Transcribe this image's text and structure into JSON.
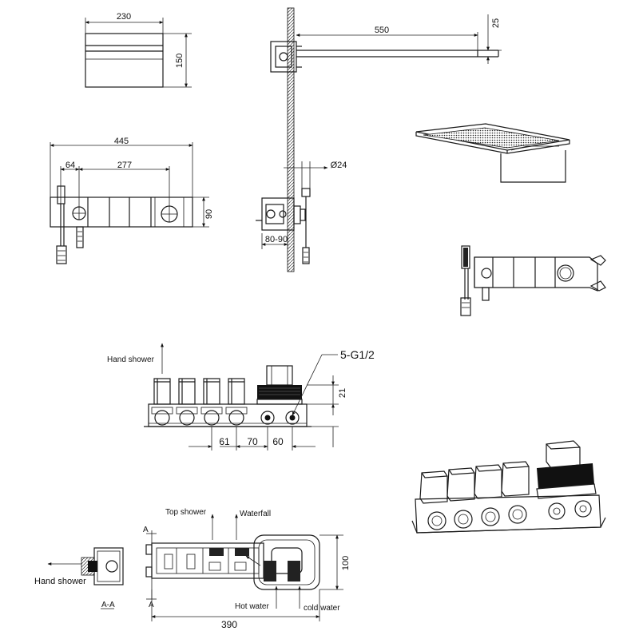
{
  "dimensions": {
    "head_width": "230",
    "head_height": "150",
    "arm_length": "550",
    "arm_thickness": "25",
    "panel_width": "445",
    "panel_offset": "64",
    "panel_spacing": "277",
    "panel_height": "90",
    "hose_diameter": "Ø24",
    "wall_depth": "80-90",
    "outlets": "5-G1/2",
    "valve_height": "21",
    "pitch_1": "61",
    "pitch_2": "70",
    "pitch_3": "60",
    "body_depth": "100",
    "body_length": "390"
  },
  "labels": {
    "hand_shower_top": "Hand shower",
    "top_shower": "Top shower",
    "waterfall": "Waterfall",
    "hand_shower_section": "Hand  shower",
    "hot_water": "Hot water",
    "cold_water": "cold water",
    "section_a_top": "A",
    "section_a_bottom": "A",
    "section_aa": "A-A"
  }
}
